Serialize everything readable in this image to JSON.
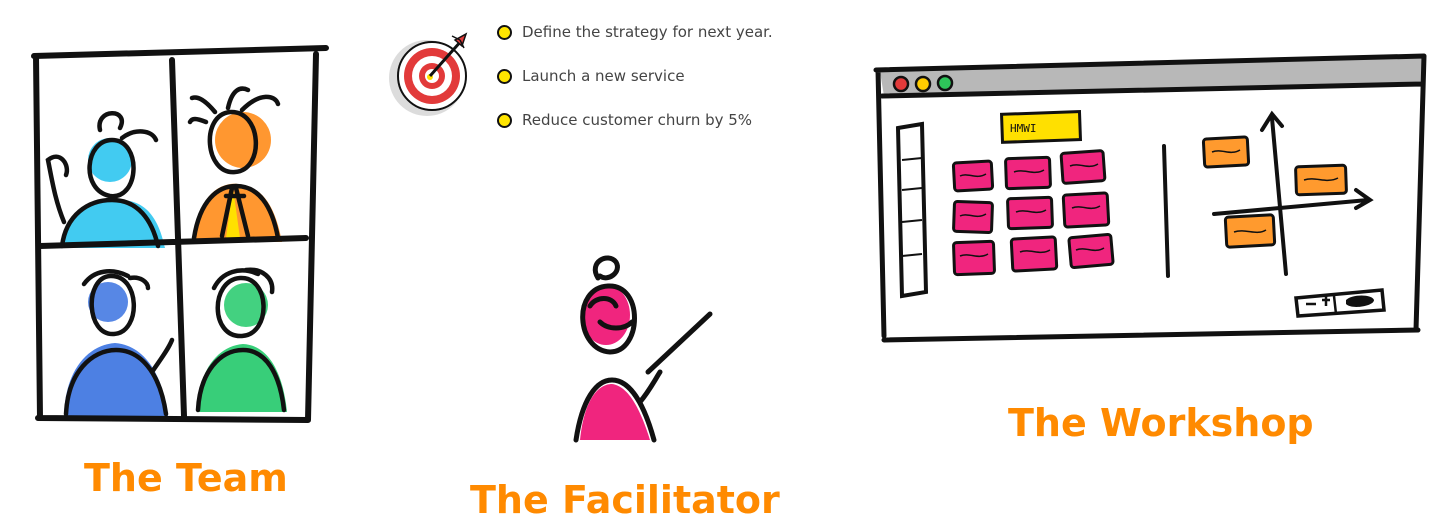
{
  "goals": [
    {
      "text": "Define the strategy for next year."
    },
    {
      "text": "Launch a new service"
    },
    {
      "text": "Reduce customer churn by 5%"
    }
  ],
  "captions": {
    "team": "The Team",
    "facilitator": "The Facilitator",
    "workshop": "The Workshop"
  },
  "sticky_label": "HMWI",
  "icons": {
    "target": "target-icon",
    "bullet": "yellow-dot-icon"
  },
  "colors": {
    "caption": "#ff8a00",
    "person_cyan": "#2ec5f0",
    "person_orange": "#ff8c1a",
    "person_blue": "#3a72e0",
    "person_green": "#22c96a",
    "facilitator": "#f0257e",
    "sticky_pink": "#f0257e",
    "sticky_orange": "#ff9a2e",
    "sticky_yellow": "#ffe000",
    "bullet": "#ffe500"
  }
}
